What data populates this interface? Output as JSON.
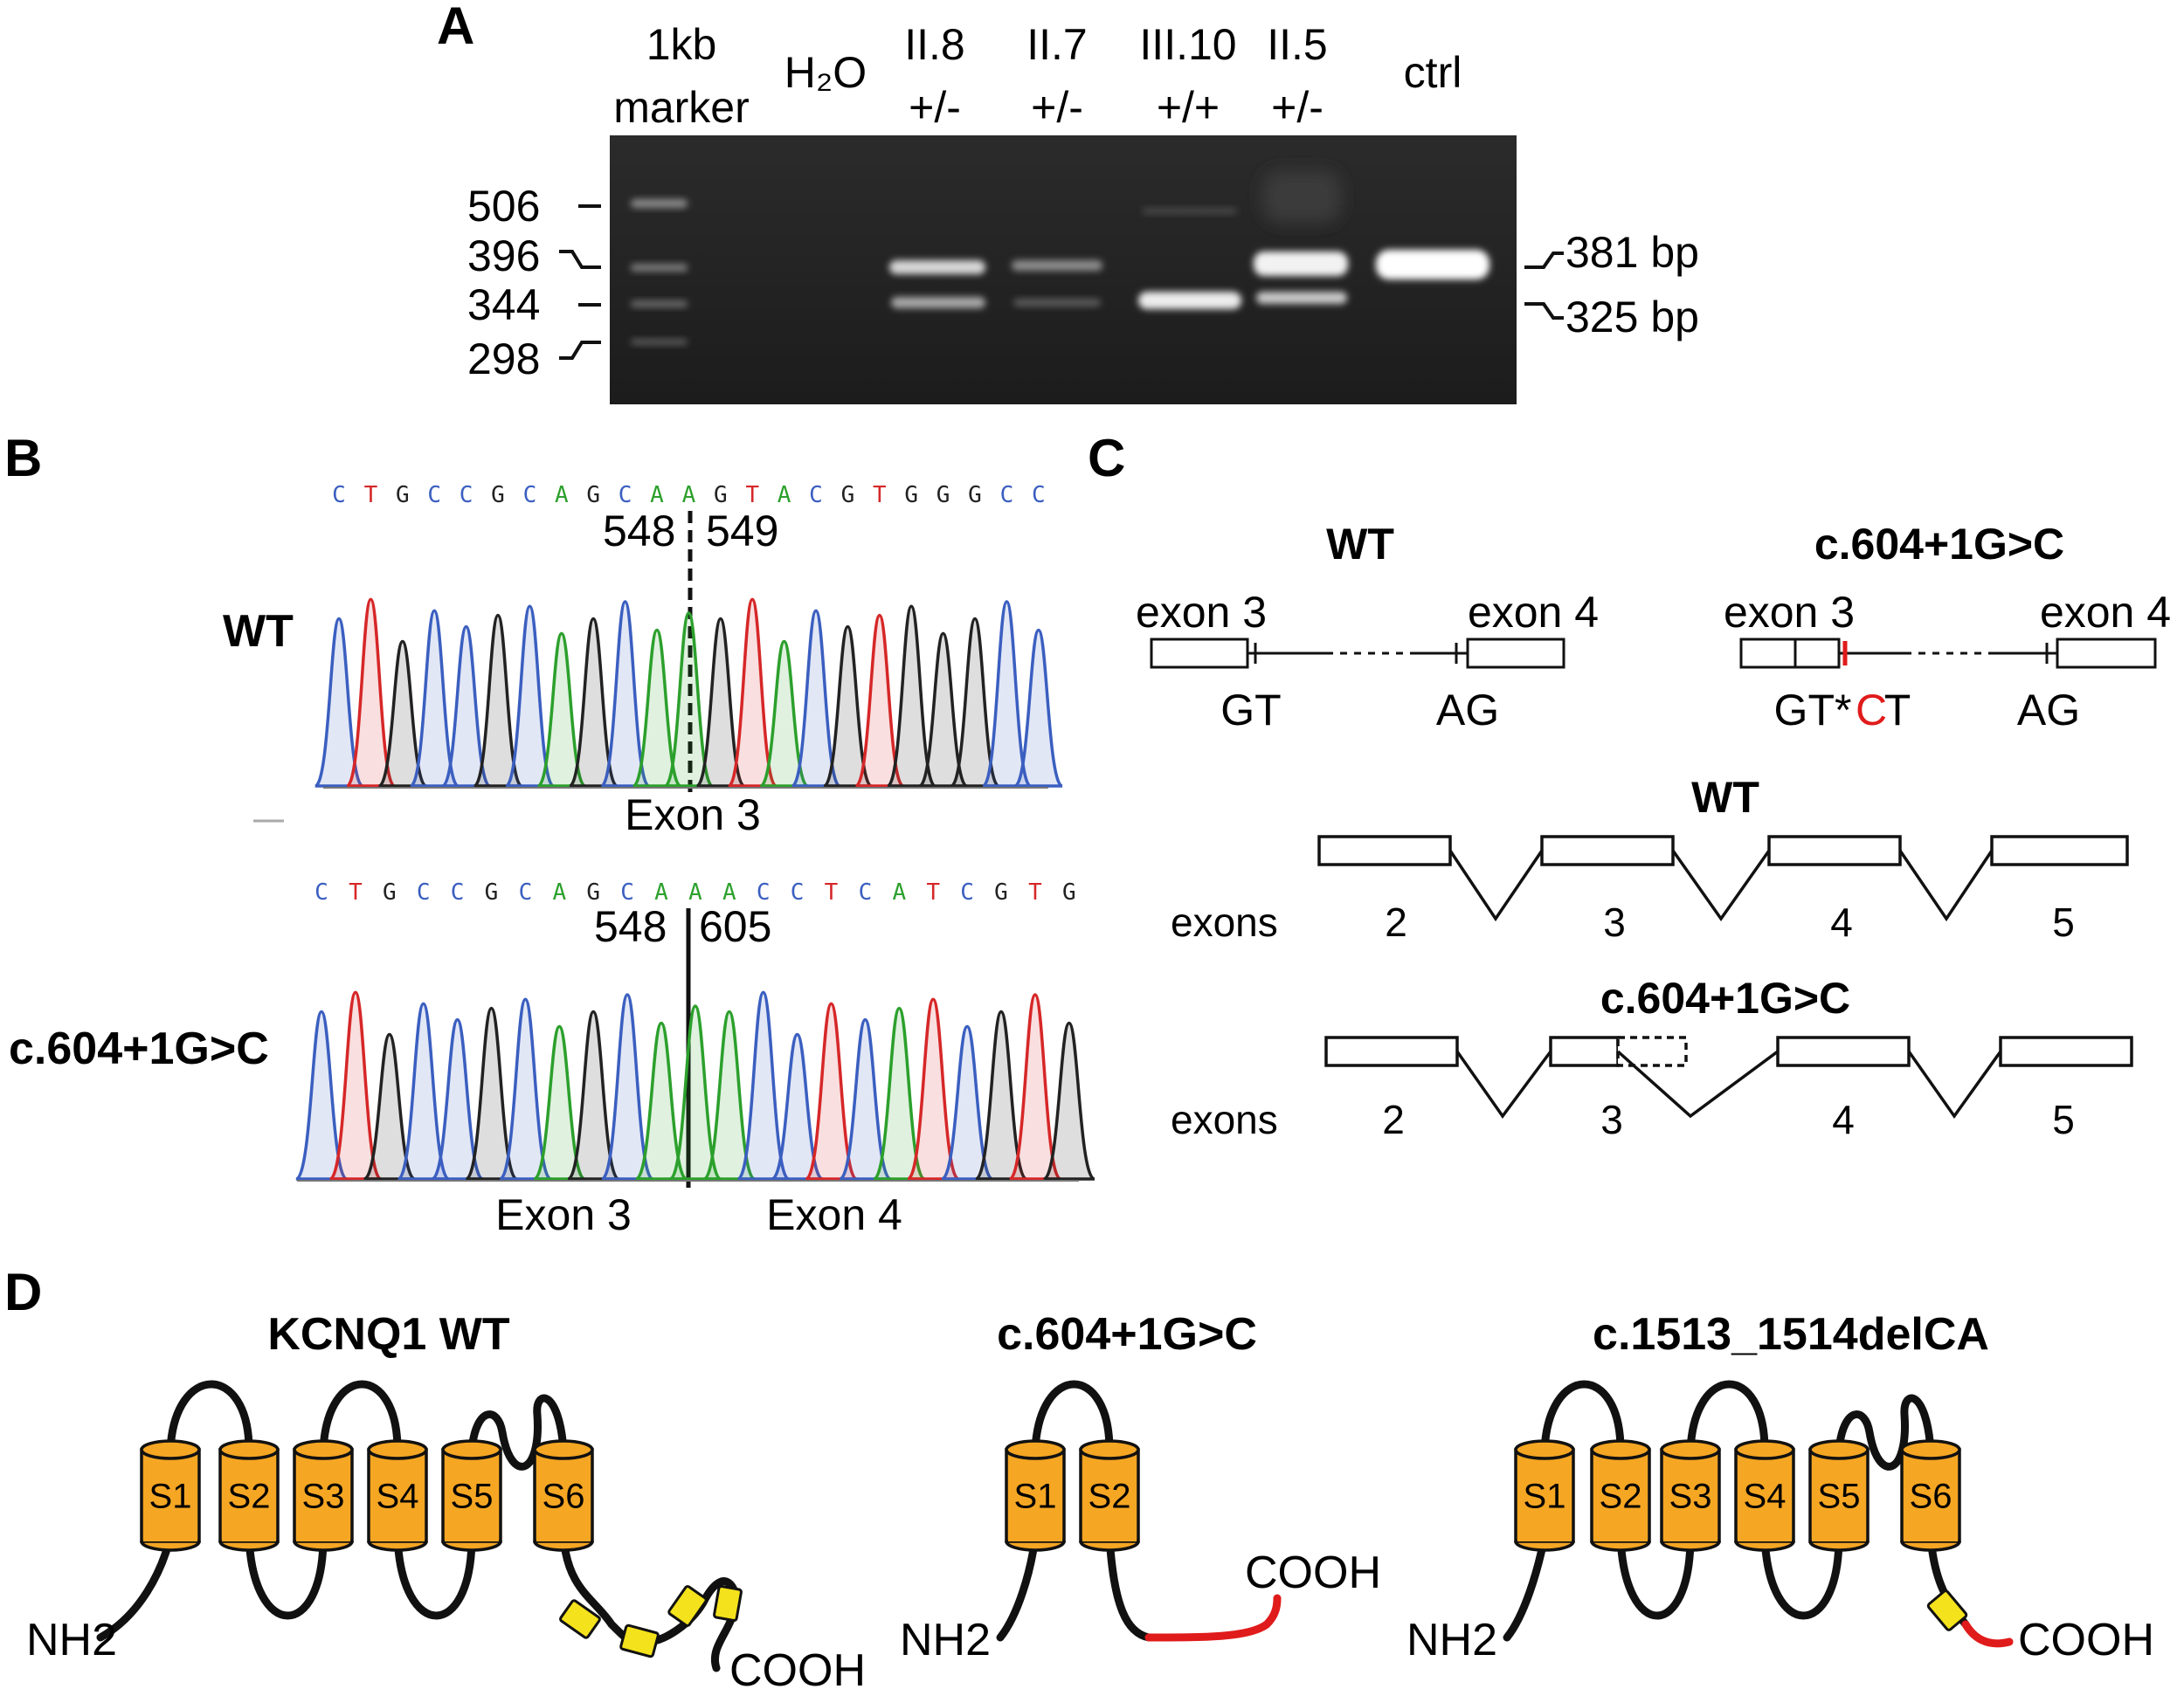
{
  "panels": {
    "A": {
      "letter": "A",
      "lanes": [
        {
          "line1": "1kb",
          "line2": "marker"
        },
        {
          "line1": "H₂O",
          "line2": ""
        },
        {
          "line1": "II.8",
          "line2": "+/-"
        },
        {
          "line1": "II.7",
          "line2": "+/-"
        },
        {
          "line1": "III.10",
          "line2": "+/+"
        },
        {
          "line1": "II.5",
          "line2": "+/-"
        },
        {
          "line1": "ctrl",
          "line2": ""
        }
      ],
      "markers_left": [
        "506",
        "396",
        "344",
        "298"
      ],
      "bands_right": [
        "381 bp",
        "325 bp"
      ]
    },
    "B": {
      "letter": "B",
      "wt": {
        "label": "WT",
        "sequence": [
          "C",
          "T",
          "G",
          "C",
          "C",
          "G",
          "C",
          "A",
          "G",
          "C",
          "A",
          "A",
          "G",
          "T",
          "A",
          "C",
          "G",
          "T",
          "G",
          "G",
          "G",
          "C",
          "C"
        ],
        "pos_left": "548",
        "pos_right": "549",
        "exon_label": "Exon 3"
      },
      "mut": {
        "label": "c.604+1G>C",
        "sequence": [
          "C",
          "T",
          "G",
          "C",
          "C",
          "G",
          "C",
          "A",
          "G",
          "C",
          "A",
          "A",
          "A",
          "C",
          "C",
          "T",
          "C",
          "A",
          "T",
          "C",
          "G",
          "T",
          "G"
        ],
        "pos_left": "548",
        "pos_right": "605",
        "exon_left": "Exon 3",
        "exon_right": "Exon 4"
      },
      "base_colors": {
        "A": "#2ca02c",
        "C": "#3b5fc0",
        "G": "#222222",
        "T": "#d62728"
      }
    },
    "C": {
      "letter": "C",
      "wt_title": "WT",
      "mut_title": "c.604+1G>C",
      "exon3": "exon 3",
      "exon4": "exon 4",
      "gt": "GT",
      "ag": "AG",
      "gt_star": "GT*",
      "mut_c": "C",
      "mut_t": "T",
      "splice_wt_title": "WT",
      "splice_mut_title": "c.604+1G>C",
      "exons_label": "exons",
      "exon_numbers": [
        "2",
        "3",
        "4",
        "5"
      ],
      "accent_color": "#e01b1b"
    },
    "D": {
      "letter": "D",
      "wt": {
        "title": "KCNQ1 WT",
        "segments": [
          "S1",
          "S2",
          "S3",
          "S4",
          "S5",
          "S6"
        ],
        "n_term": "NH2",
        "c_term": "COOH"
      },
      "splice": {
        "title": "c.604+1G>C",
        "segments": [
          "S1",
          "S2"
        ],
        "n_term": "NH2",
        "c_term": "COOH"
      },
      "del": {
        "title": "c.1513_1514delCA",
        "segments": [
          "S1",
          "S2",
          "S3",
          "S4",
          "S5",
          "S6"
        ],
        "n_term": "NH2",
        "c_term": "COOH"
      },
      "helix_color": "#f5a623",
      "helix_small_color": "#f4e21c",
      "truncation_color": "#e01b1b"
    }
  }
}
